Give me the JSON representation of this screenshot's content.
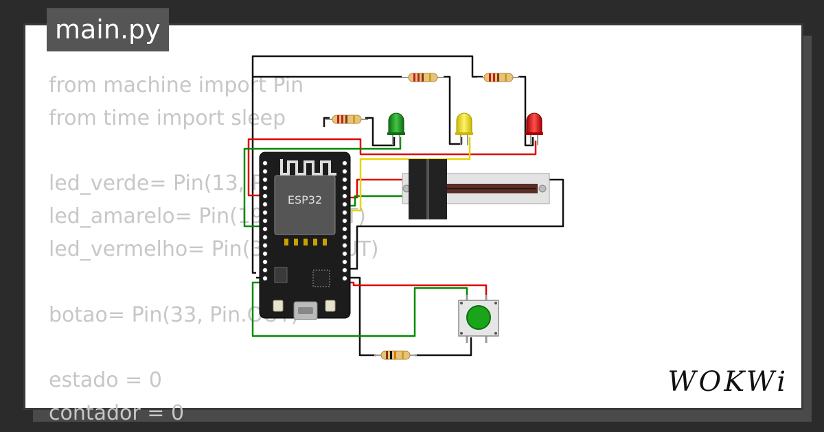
{
  "file_tab": {
    "label": "main.py"
  },
  "code_lines": [
    "from machine import Pin",
    "from time import sleep",
    "",
    "led_verde= Pin(13, Pin.OUT)",
    "led_amarelo= Pin(19, Pin.OUT)",
    "led_vermelho= Pin(34, Pin.OUT)",
    "",
    "botao= Pin(33, Pin.OUT)",
    "",
    "estado = 0",
    "contador = 0"
  ],
  "board": {
    "label": "ESP32"
  },
  "brand": {
    "label": "WOKWi"
  },
  "colors": {
    "wire_black": "#111111",
    "wire_red": "#e00000",
    "wire_green": "#008a00",
    "wire_yellow": "#e8d300",
    "led_green": "#1f9a1f",
    "led_yellow": "#f2e200",
    "led_red": "#e01010",
    "button": "#1aa41a"
  }
}
